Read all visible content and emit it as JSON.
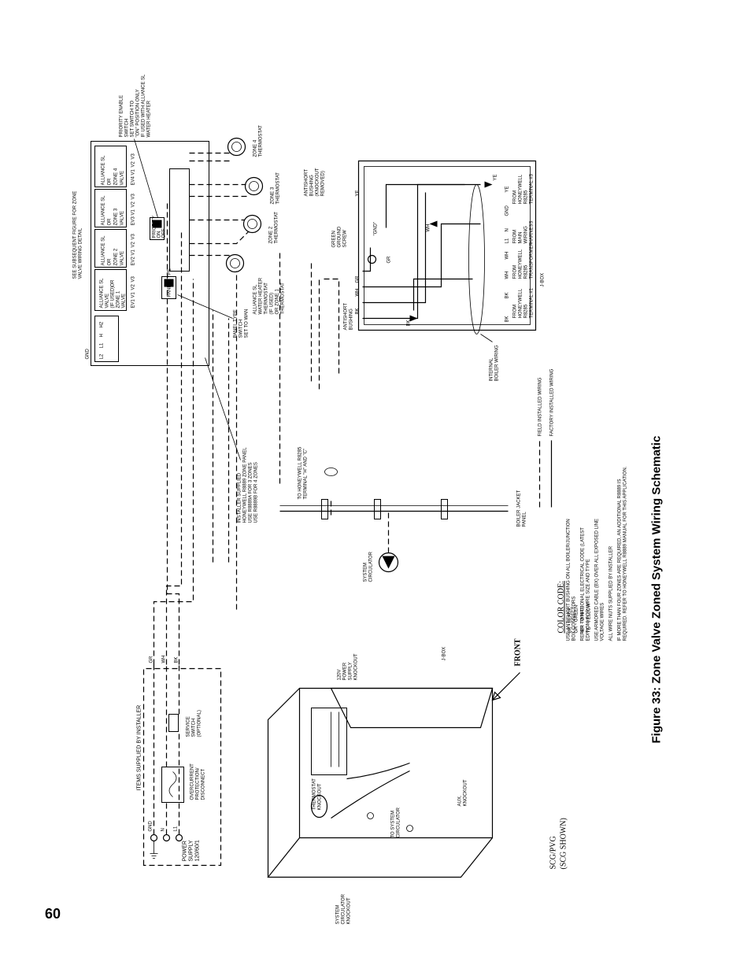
{
  "page": {
    "number": "60"
  },
  "figure": {
    "caption": "Figure 33:  Zone Valve Zoned System Wiring Schematic"
  },
  "supply": {
    "items_label": "ITEMS SUPPLIED BY INSTALLER",
    "power_supply": [
      "POWER",
      "SUPPLY",
      "120/60/1"
    ],
    "terminals": [
      "GND",
      "N",
      "L1"
    ],
    "overcurrent": [
      "OVERCURRENT",
      "PROTECTION/",
      "DISCONNECT"
    ],
    "service_switch": [
      "SERVICE",
      "SWITCH",
      "(OPTIONAL)"
    ],
    "wire_labels": [
      "GR",
      "WH",
      "BK"
    ]
  },
  "boiler": {
    "model": [
      "SCG/PVG",
      "(SCG SHOWN)"
    ],
    "front_label": "FRONT",
    "labels": {
      "power_knockout": [
        "120V",
        "POWER",
        "SUPPLY",
        "KNOCKOUT"
      ],
      "jbox": "J-BOX",
      "thermostat_knockout": [
        "THERMOSTAT",
        "KNOCKOUT"
      ],
      "to_circulator": [
        "TO SYSTEM",
        "CIRCULATOR"
      ],
      "aux_knockout": [
        "AUX.",
        "KNOCKOUT"
      ],
      "system_circulator_knockout": [
        "SYSTEM",
        "CIRCULATOR",
        "KNOCKOUT"
      ]
    }
  },
  "color_code": {
    "title": "COLOR CODE:",
    "items": [
      "BK - BLACK",
      "GR - GREEN",
      "WH - WHITE",
      "YE - YELLOW"
    ]
  },
  "circulator": {
    "label": [
      "SYSTEM",
      "CIRCULATOR"
    ]
  },
  "jacket": {
    "label": [
      "BOILER JACKET",
      "PANEL"
    ]
  },
  "honeywell_note": [
    "TO HONEYWELL R8285",
    "TERMINAL \"H\" AND \"C\""
  ],
  "zone_panel": {
    "supplied_note": [
      "INSTALLER SUPPLIED",
      "HONEYWELL R8889 ZONE PANEL",
      "USE R8889A FOR 3 ZONES",
      "USE R8889B FOR 4 ZONES"
    ],
    "see_note": [
      "SEE SUBSEQUENT FIGURE FOR ZONE",
      "VALVE WIRING DETAIL"
    ],
    "panel_type_switch": [
      "PANEL TYPE",
      "SWITCH",
      "SET TO WAN"
    ],
    "priority_switch": [
      "PRIORITY ENABLE",
      "SWITCH",
      "SET SWITCH TO",
      "\"ON\" POSITION ONLY",
      "IF USED WITH ALLIANCE SL",
      "WATER HEATER"
    ],
    "main_terminals": [
      "L2",
      "L1",
      "H",
      "H2"
    ],
    "zones": [
      {
        "label": [
          "ALLIANCE SL",
          "VALVE",
          "(IF USED)",
          "OR",
          "ZONE 1",
          "VALVE"
        ],
        "terminals": [
          "EV1",
          "V1",
          "V2",
          "V3"
        ]
      },
      {
        "label": [
          "ALLIANCE SL",
          "OR",
          "ZONE 2",
          "VALVE"
        ],
        "terminals": [
          "EV2",
          "V1",
          "V2",
          "V3"
        ]
      },
      {
        "label": [
          "ALLIANCE SL",
          "OR",
          "ZONE 3",
          "VALVE"
        ],
        "terminals": [
          "EV3",
          "V1",
          "V2",
          "V3"
        ]
      },
      {
        "label": [
          "ALLIANCE SL",
          "OR",
          "ZONE 4",
          "VALVE"
        ],
        "terminals": [
          "EV4",
          "V1",
          "V2",
          "V3"
        ]
      }
    ],
    "switch_text": {
      "panel_type": "PANEL TYPE",
      "priority": "PRIORITY",
      "on": "ON",
      "off": "OFF"
    },
    "gnd": "GND"
  },
  "thermostats": [
    {
      "label": [
        "ALLIANCE SL",
        "WATER HEATER",
        "THERMOSTAT",
        "(IF USED)",
        "OR ZONE 1",
        "THERMOSTAT"
      ]
    },
    {
      "label": [
        "ZONE 2",
        "THERMOSTAT"
      ]
    },
    {
      "label": [
        "ZONE 3",
        "THERMOSTAT"
      ]
    },
    {
      "label": [
        "ZONE 4",
        "THERMOSTAT"
      ]
    }
  ],
  "jbox": {
    "title": "J-BOX",
    "antishort_top": [
      "ANTISHORT",
      "BUSHING",
      "(KNOCKOUT",
      "REMOVED)"
    ],
    "antishort_bottom": [
      "ANTISHORT",
      "BUSHING"
    ],
    "green_screw": [
      "GREEN",
      "GROUND",
      "SCREW"
    ],
    "gnd_label": "\"GND\"",
    "wire_labels": [
      "BK",
      "WH",
      "YE",
      "GR",
      "BK",
      "WH",
      "YE",
      "GR"
    ],
    "from_labels": [
      [
        "FROM",
        "HONEYWELL",
        "R8285",
        "TERMINAL #1"
      ],
      [
        "FROM",
        "HONEYWELL",
        "R8285",
        "TRANSFORMER"
      ],
      [
        "FROM",
        "MAIN",
        "WIRING",
        "HARNESS"
      ],
      [
        "FROM",
        "HONEYWELL",
        "R8285",
        "TERMINAL #3"
      ]
    ],
    "terminal_labels": [
      "BK",
      "BK",
      "WH",
      "WH",
      "L1",
      "N",
      "GND",
      "YE"
    ],
    "internal_wiring": [
      "INTERNAL",
      "BOILER WIRING"
    ]
  },
  "legend": {
    "field": "FIELD INSTALLED WIRING",
    "factory": "FACTORY INSTALLED WIRING",
    "notes": [
      "USE ANTISHORT BUSHING ON ALL BOILER/JUNCTION",
      "BOX CONNECTORS",
      "REFER TO NATIONAL ELECTRICAL CODE (LATEST",
      "EDITION) FOR WIRE SIZE AND TYPE",
      "USE ARMORED CABLE (BX) OVER ALL EXPOSED LINE",
      "VOLTAGE WIRES",
      "ALL WIRE NUTS SUPPLIED BY INSTALLER",
      "IF MORE THAN FOUR ZONES ARE REQUIRED, AN ADDITIONAL R8889 IS",
      "REQUIRED. REFER TO HONEYWELL R8889 MANUAL FOR THIS APPLICATION."
    ]
  }
}
